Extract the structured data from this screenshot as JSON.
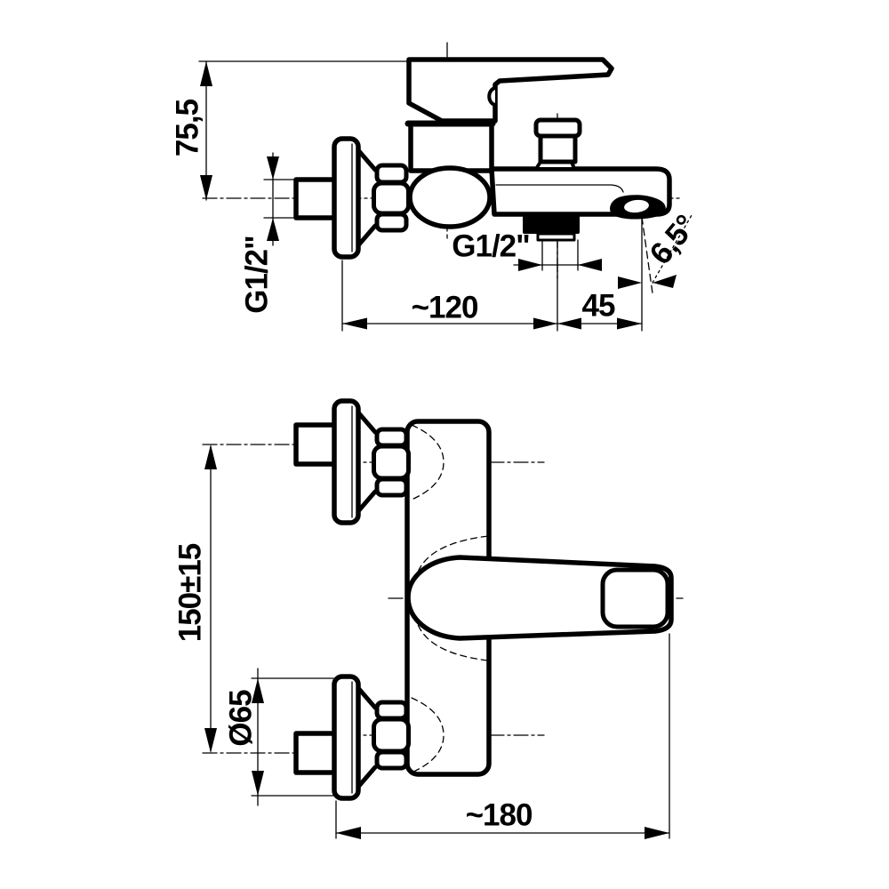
{
  "drawing": {
    "description": "technical dimension drawing of wall-mounted bath mixer tap, side view and front view",
    "colors": {
      "ink": "#000000",
      "paper": "#ffffff"
    },
    "side_view": {
      "dims": {
        "height": "75,5",
        "inlet_thread": "G1/2\"",
        "outlet_thread": "G1/2\"",
        "reach": "~120",
        "tip_offset": "45",
        "spout_angle": "6,5°"
      }
    },
    "front_view": {
      "dims": {
        "pipe_centers": "150±15",
        "escutcheon_diameter": "Ø65",
        "depth": "~180"
      }
    }
  }
}
